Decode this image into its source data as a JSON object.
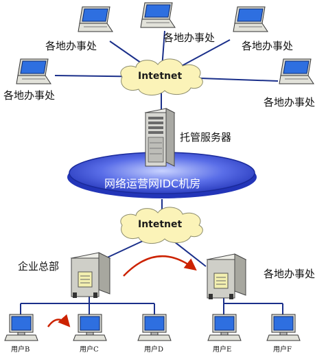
{
  "clouds": {
    "top": "Intetnet",
    "bottom": "Intetnet"
  },
  "hosting_server_label": "托管服务器",
  "idc_label": "网络运营网IDC机房",
  "offices": {
    "top_left": "各地办事处",
    "top_center": "各地办事处",
    "top_right": "各地办事处",
    "mid_left": "各地办事处",
    "mid_right": "各地办事处",
    "bottom_right": "各地办事处"
  },
  "hq_label": "企业总部",
  "users": {
    "b": "用户B",
    "c": "用户C",
    "d": "用户D",
    "e": "用户E",
    "f": "用户F"
  },
  "colors": {
    "ellipse_blue": "#3a4fd8",
    "ellipse_light": "#c9d3ff",
    "cloud_yellow": "#fbf3b8",
    "line_blue": "#1a2f8a",
    "arrow_red": "#cc2200",
    "screen_blue": "#2e6fe0",
    "server_gray": "#cfcfc8"
  },
  "icons": {
    "office_laptop": "laptop-icon",
    "hosting_server": "tower-server-icon",
    "hq_server": "server-cabinet-icon",
    "user_pc": "desktop-computer-icon"
  }
}
